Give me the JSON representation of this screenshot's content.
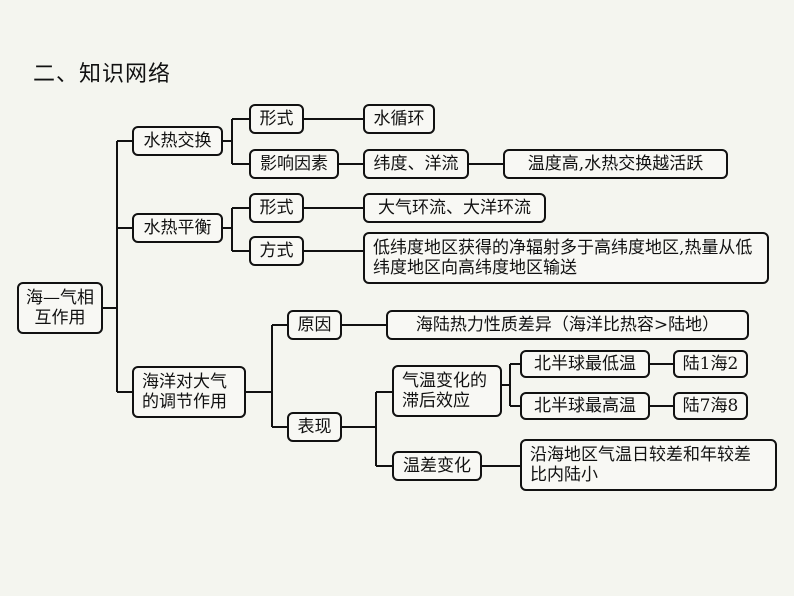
{
  "title": "二、知识网络",
  "root": "海—气相互作用",
  "branches": {
    "heat_exchange": {
      "label": "水热交换",
      "form_label": "形式",
      "form_value": "水循环",
      "factor_label": "影响因素",
      "factor_value": "纬度、洋流",
      "factor_result": "温度高,水热交换越活跃"
    },
    "heat_balance": {
      "label": "水热平衡",
      "form_label": "形式",
      "form_value": "大气环流、大洋环流",
      "method_label": "方式",
      "method_value": "低纬度地区获得的净辐射多于高纬度地区,热量从低纬度地区向高纬度地区输送"
    },
    "regulation": {
      "label": "海洋对大气的调节作用",
      "cause_label": "原因",
      "cause_value": "海陆热力性质差异（海洋比热容>陆地）",
      "manifest_label": "表现",
      "lag_label": "气温变化的滞后效应",
      "min_label": "北半球最低温",
      "min_value": "陆1海2",
      "max_label": "北半球最高温",
      "max_value": "陆7海8",
      "range_label": "温差变化",
      "range_value": "沿海地区气温日较差和年较差比内陆小"
    }
  }
}
